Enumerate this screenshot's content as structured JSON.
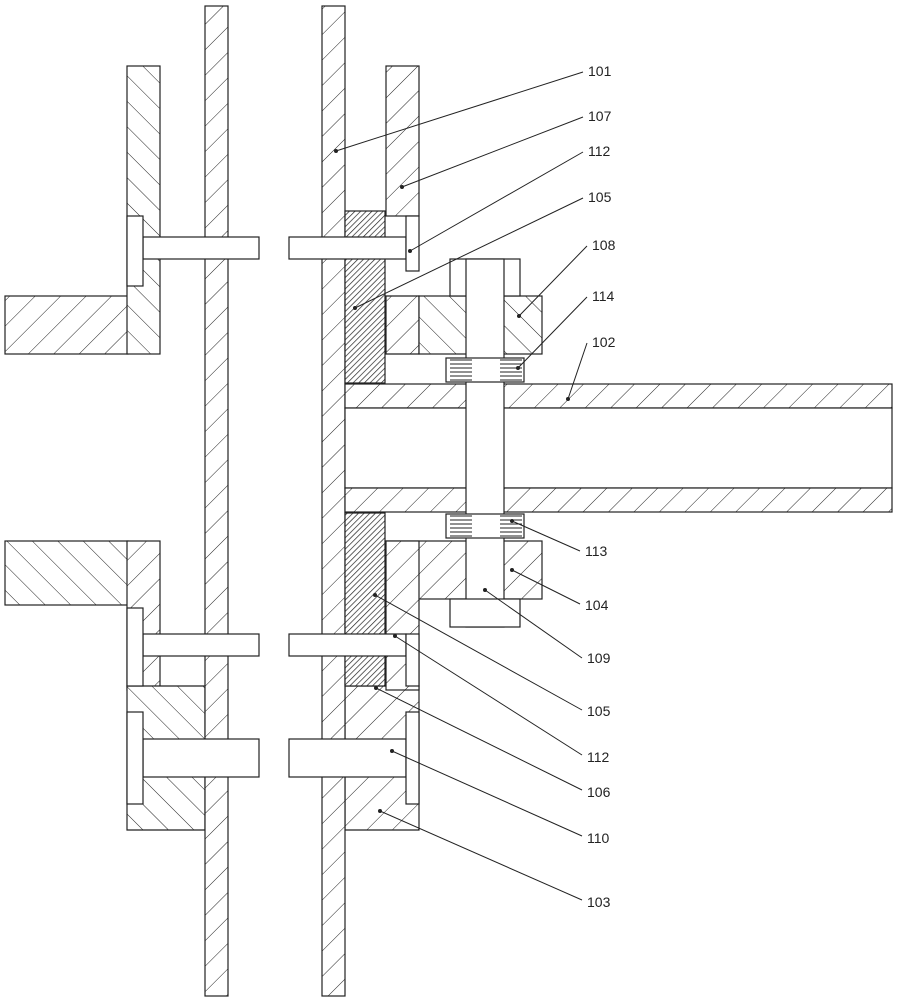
{
  "labels": {
    "l101": "101",
    "l107": "107",
    "l112a": "112",
    "l105a": "105",
    "l108": "108",
    "l114": "114",
    "l102": "102",
    "l113": "113",
    "l104": "104",
    "l109": "109",
    "l105b": "105",
    "l112b": "112",
    "l106": "106",
    "l110": "110",
    "l103": "103"
  }
}
